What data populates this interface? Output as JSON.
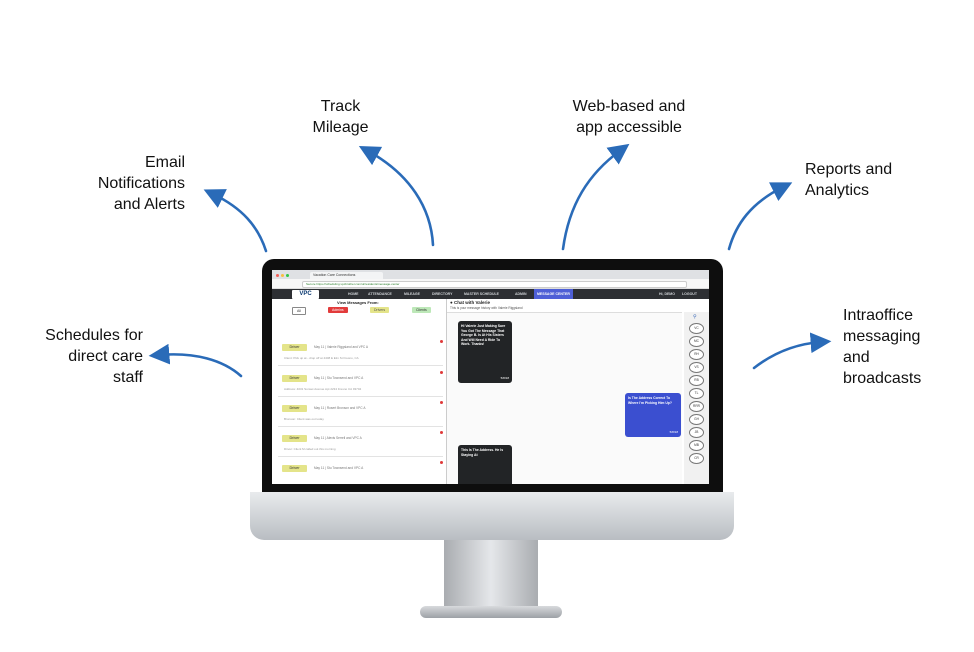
{
  "features": {
    "track_mileage": "Track\nMileage",
    "web_app": "Web-based and\napp accessible",
    "email": "Email\nNotifications\nand Alerts",
    "reports": "Reports and\nAnalytics",
    "schedules": "Schedules for\ndirect care\nstaff",
    "intraoffice": "Intraoffice\nmessaging\nand\nbroadcasts"
  },
  "colors": {
    "arrow": "#2a6bb8",
    "nav_bg": "#2d2f33",
    "nav_active": "#4e5fd6",
    "bubble_dark": "#222426",
    "bubble_blue": "#3b4fd0",
    "driver_badge": "#e4e48a"
  },
  "browser": {
    "tab_title": "Vacation Care Connections",
    "url": "Secure   https://scheduling.vpcbrother.com/ui/residents/message-center"
  },
  "app": {
    "logo": "VPC",
    "nav": [
      "HOME",
      "ATTENDANCE",
      "MILEAGE",
      "DIRECTORY",
      "MASTER SCHEDULE",
      "ADMIN",
      "MESSAGE CENTER"
    ],
    "nav_right": [
      "Hi, DEMO",
      "LOGOUT"
    ]
  },
  "messages_panel": {
    "title": "View Messages From:",
    "filters": [
      "All",
      "Admins",
      "Drivers",
      "Clients"
    ],
    "items": [
      {
        "badge": "Driver",
        "header": "May 11  |  Valerie Riggsland and VPC A",
        "body": "Client: Pick up at - drop off at 4408 E Elm St Fresno, CA"
      },
      {
        "badge": "Driver",
        "header": "May 11  |  Stu Townsend and VPC A",
        "body": "Address: 4031 Sunset Avenue Apt 2234 Fresno CA 93704"
      },
      {
        "badge": "Driver",
        "header": "May 11  |  Rosert Bronson and VPC A",
        "body": "Bronson: Client was out today"
      },
      {
        "badge": "Driver",
        "header": "May 11  |  Alexis Serrell and VPC A",
        "body": "Driver: Client M called out this morning"
      },
      {
        "badge": "Driver",
        "header": "May 11  |  Stu Townsend and VPC A",
        "body": ""
      }
    ]
  },
  "chat": {
    "title": "Chat with Valerie",
    "subtitle": "This is your message history with Valerie Riggsland",
    "bubbles": [
      {
        "text": "Hi Valerie Just Making Sure You Got The Message That George B. Is At His Sisters And Will Need A Ride To Work. Thanks!",
        "date": "5/8/18"
      },
      {
        "text": "Is The Address Correct To Where I'm Picking Him Up?",
        "date": "5/8/18"
      },
      {
        "text": "This Is The Address. He Is Staying At",
        "date": ""
      }
    ],
    "search_icon": "search-icon",
    "contacts": [
      "VC",
      "MC",
      "RH",
      "VS",
      "RB",
      "TL",
      "RRR",
      "GH",
      "JB",
      "MB",
      "CR"
    ]
  }
}
